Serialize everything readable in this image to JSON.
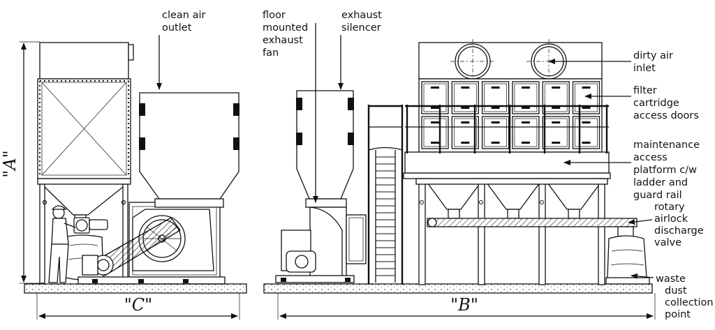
{
  "labels": {
    "clean_air_outlet": [
      "clean air",
      "outlet"
    ],
    "floor_mounted_exhaust_fan": [
      "floor",
      "mounted",
      "exhaust",
      "fan"
    ],
    "exhaust_silencer": [
      "exhaust",
      "silencer"
    ],
    "dirty_air_inlet": [
      "dirty air",
      "inlet"
    ],
    "filter_cartridge_access_doors": [
      "filter",
      "cartridge",
      "access doors"
    ],
    "maintenance_access_platform": [
      "maintenance",
      "access",
      "platform c/w",
      "ladder and",
      "guard rail"
    ],
    "rotary_airlock_discharge_valve": [
      "rotary",
      "airlock",
      "discharge",
      "valve"
    ],
    "waste_dust_collection_point": [
      "waste",
      "dust",
      "collection",
      "point"
    ]
  },
  "dimensions": {
    "a": "\"A\"",
    "b": "\"B\"",
    "c": "\"C\""
  }
}
